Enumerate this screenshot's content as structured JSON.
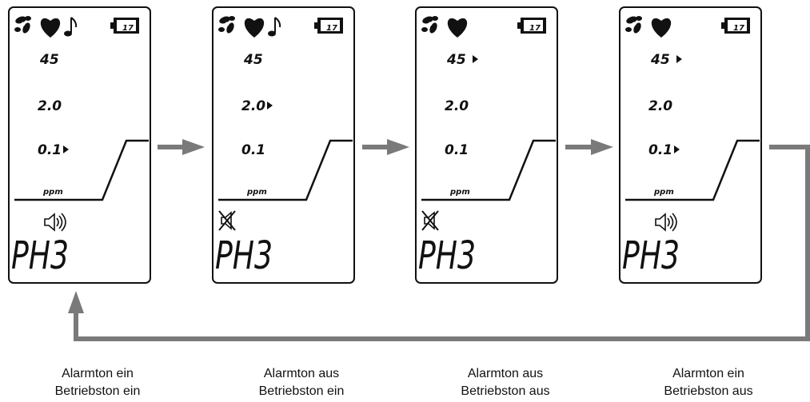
{
  "panels": [
    {
      "icons": [
        "fan-icon",
        "heart-icon",
        "note-icon",
        "battery-icon"
      ],
      "battery_label": "17",
      "values": [
        "45",
        "2.0",
        "0.1"
      ],
      "markers": [
        false,
        false,
        true
      ],
      "unit": "ppm",
      "sound": "speaker-on-icon",
      "gas": "PH3",
      "caption": [
        "Alarmton ein",
        "Betriebston ein"
      ]
    },
    {
      "icons": [
        "fan-icon",
        "heart-icon",
        "note-icon",
        "battery-icon"
      ],
      "battery_label": "17",
      "values": [
        "45",
        "2.0",
        "0.1"
      ],
      "markers": [
        false,
        true,
        false
      ],
      "unit": "ppm",
      "sound": "speaker-muted-icon",
      "gas": "PH3",
      "caption": [
        "Alarmton aus",
        "Betriebston ein"
      ]
    },
    {
      "icons": [
        "fan-icon",
        "heart-icon",
        "battery-icon"
      ],
      "battery_label": "17",
      "values": [
        "45",
        "2.0",
        "0.1"
      ],
      "markers": [
        true,
        false,
        false
      ],
      "unit": "ppm",
      "sound": "speaker-muted-icon",
      "gas": "PH3",
      "caption": [
        "Alarmton aus",
        "Betriebston aus"
      ]
    },
    {
      "icons": [
        "fan-icon",
        "heart-icon",
        "battery-icon"
      ],
      "battery_label": "17",
      "values": [
        "45",
        "2.0",
        "0.1"
      ],
      "markers": [
        true,
        false,
        true
      ],
      "unit": "ppm",
      "sound": "speaker-on-icon",
      "gas": "PH3",
      "caption": [
        "Alarmton ein",
        "Betriebston aus"
      ]
    }
  ],
  "colors": {
    "arrow": "#7a7a7a",
    "ink": "#111111"
  }
}
